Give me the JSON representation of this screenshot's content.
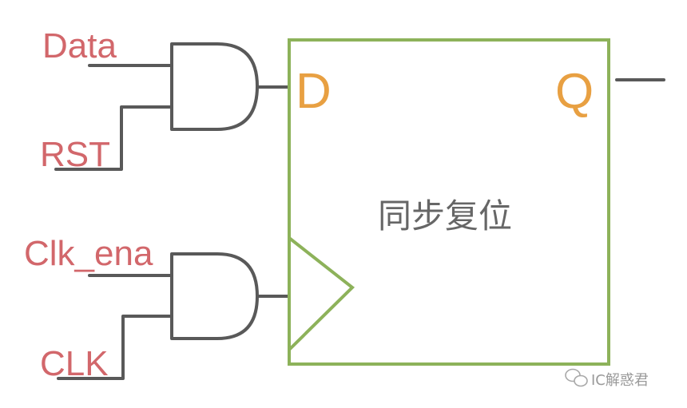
{
  "inputs": {
    "data": "Data",
    "rst": "RST",
    "clk_ena": "Clk_ena",
    "clk": "CLK"
  },
  "flipflop": {
    "d_port": "D",
    "q_port": "Q",
    "title": "同步复位"
  },
  "watermark": {
    "text": "IC解惑君",
    "icon": "wechat-icon"
  },
  "colors": {
    "wire": "#595959",
    "flipflop_border": "#8db25a",
    "signal_label": "#d2676b",
    "port_label": "#e8a042",
    "title": "#666666"
  }
}
